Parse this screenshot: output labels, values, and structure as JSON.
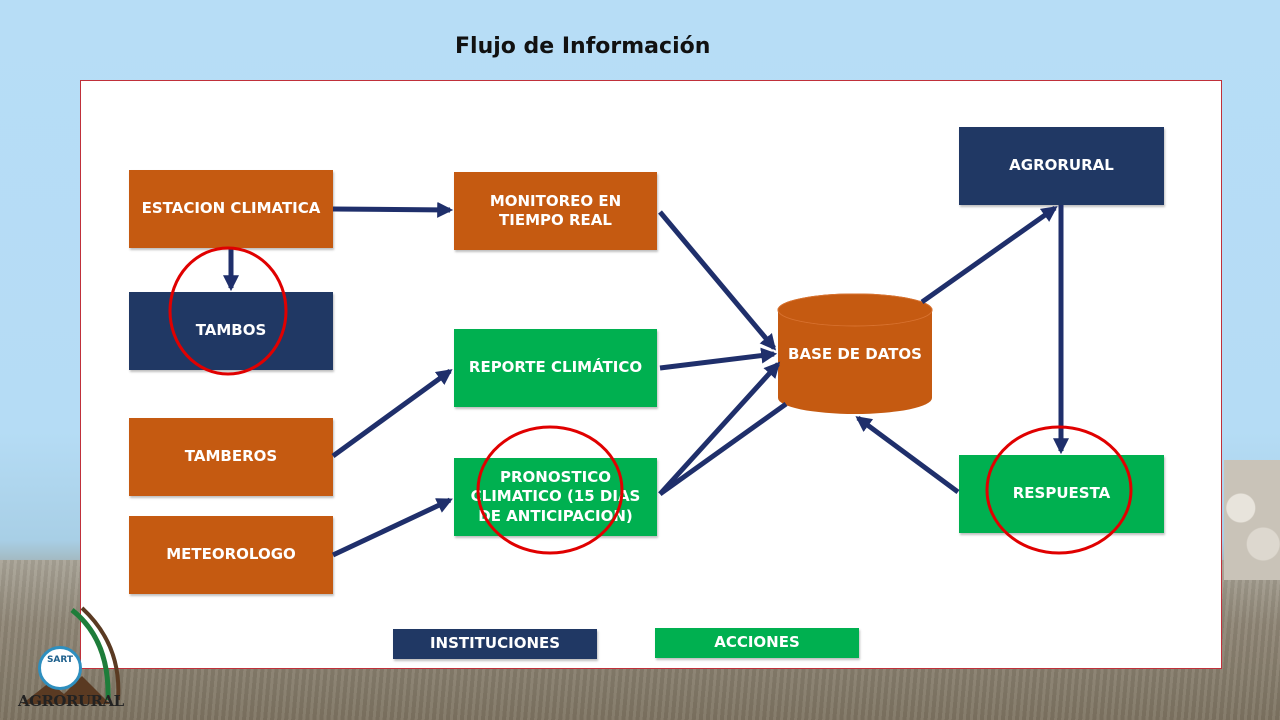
{
  "slide": {
    "title": "Flujo de Información"
  },
  "nodes": {
    "estacion": "ESTACION CLIMATICA",
    "tambos": "TAMBOS",
    "tamberos": "TAMBEROS",
    "meteorologo": "METEOROLOGO",
    "monitoreo": "MONITOREO EN TIEMPO REAL",
    "reporte": "REPORTE CLIMÁTICO",
    "pronostico": "PRONOSTICO CLIMATICO (15 DIAS DE ANTICIPACION)",
    "base_datos": "BASE DE DATOS",
    "agrorural": "AGRORURAL",
    "respuesta": "RESPUESTA"
  },
  "legend": {
    "instituciones": "INSTITUCIONES",
    "acciones": "ACCIONES"
  },
  "logo": {
    "badge": "SART",
    "brand": "AGRORURAL"
  },
  "colors": {
    "orange": "#c55a11",
    "navy": "#203864",
    "green": "#00b050",
    "arrow": "#1f2f6b",
    "highlight_circle": "#e00000"
  }
}
